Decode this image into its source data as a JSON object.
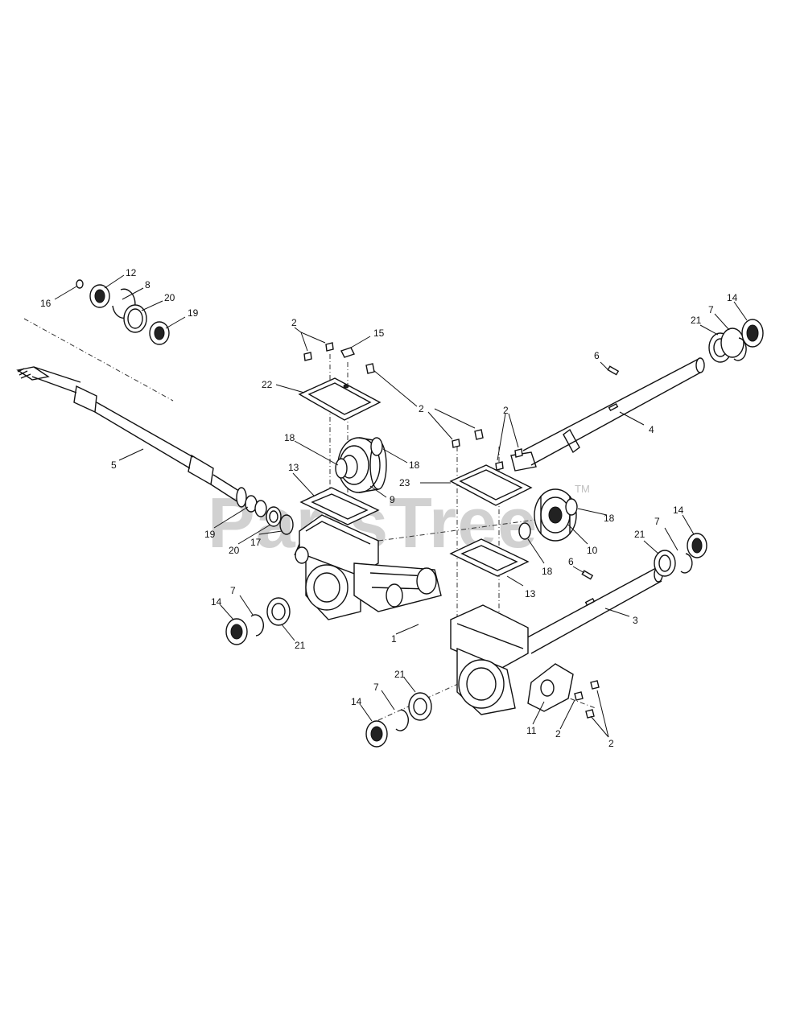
{
  "watermark": {
    "text": "PartsTree",
    "tm": "TM"
  },
  "callouts": [
    {
      "id": "c1",
      "text": "1"
    },
    {
      "id": "c2a",
      "text": "2"
    },
    {
      "id": "c2b",
      "text": "2"
    },
    {
      "id": "c2c",
      "text": "2"
    },
    {
      "id": "c2d",
      "text": "2"
    },
    {
      "id": "c2e",
      "text": "2"
    },
    {
      "id": "c3",
      "text": "3"
    },
    {
      "id": "c4",
      "text": "4"
    },
    {
      "id": "c5",
      "text": "5"
    },
    {
      "id": "c6a",
      "text": "6"
    },
    {
      "id": "c6b",
      "text": "6"
    },
    {
      "id": "c7a",
      "text": "7"
    },
    {
      "id": "c7b",
      "text": "7"
    },
    {
      "id": "c7c",
      "text": "7"
    },
    {
      "id": "c7d",
      "text": "7"
    },
    {
      "id": "c8",
      "text": "8"
    },
    {
      "id": "c9",
      "text": "9"
    },
    {
      "id": "c10",
      "text": "10"
    },
    {
      "id": "c11",
      "text": "11"
    },
    {
      "id": "c12",
      "text": "12"
    },
    {
      "id": "c13a",
      "text": "13"
    },
    {
      "id": "c13b",
      "text": "13"
    },
    {
      "id": "c14a",
      "text": "14"
    },
    {
      "id": "c14b",
      "text": "14"
    },
    {
      "id": "c14c",
      "text": "14"
    },
    {
      "id": "c14d",
      "text": "14"
    },
    {
      "id": "c15",
      "text": "15"
    },
    {
      "id": "c16",
      "text": "16"
    },
    {
      "id": "c17",
      "text": "17"
    },
    {
      "id": "c18a",
      "text": "18"
    },
    {
      "id": "c18b",
      "text": "18"
    },
    {
      "id": "c18c",
      "text": "18"
    },
    {
      "id": "c18d",
      "text": "18"
    },
    {
      "id": "c19a",
      "text": "19"
    },
    {
      "id": "c19b",
      "text": "19"
    },
    {
      "id": "c20a",
      "text": "20"
    },
    {
      "id": "c20b",
      "text": "20"
    },
    {
      "id": "c21a",
      "text": "21"
    },
    {
      "id": "c21b",
      "text": "21"
    },
    {
      "id": "c21c",
      "text": "21"
    },
    {
      "id": "c21d",
      "text": "21"
    },
    {
      "id": "c22",
      "text": "22"
    },
    {
      "id": "c23",
      "text": "23"
    }
  ]
}
